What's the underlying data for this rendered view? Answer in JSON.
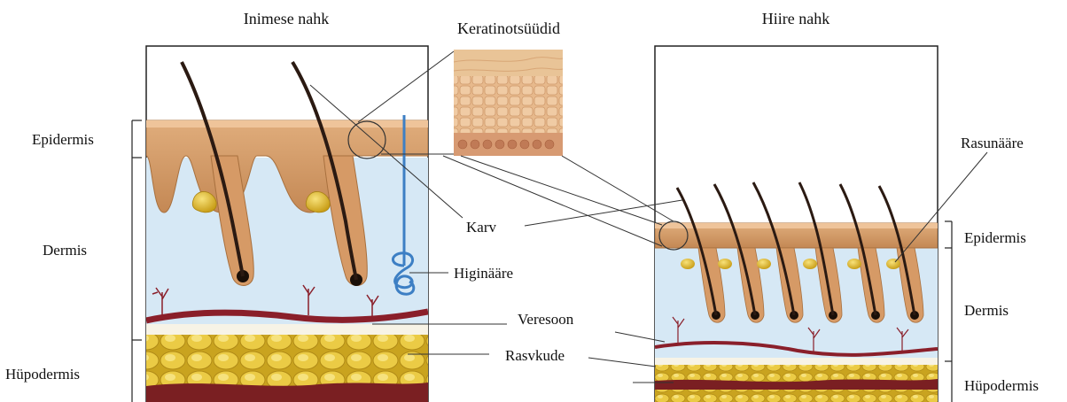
{
  "titles": {
    "human": "Inimese nahk",
    "mouse": "Hiire nahk",
    "keratinocytes": "Keratinotsüüdid"
  },
  "human_layers": {
    "epidermis": "Epidermis",
    "dermis": "Dermis",
    "hypodermis": "Hüpodermis"
  },
  "mouse_layers": {
    "epidermis": "Epidermis",
    "dermis": "Dermis",
    "hypodermis": "Hüpodermis"
  },
  "structures": {
    "hair": "Karv",
    "sweat_gland": "Higinääre",
    "blood_vessel": "Veresoon",
    "fat_tissue": "Rasvkude",
    "sebaceous_gland": "Rasunääre"
  },
  "colors": {
    "epidermis": "#c98f5c",
    "dermis": "#d6e8f5",
    "fat": "#e2c23a",
    "vessel": "#8a1f2a",
    "hair": "#2b1a12",
    "sweat_gland": "#3d7fc4"
  }
}
